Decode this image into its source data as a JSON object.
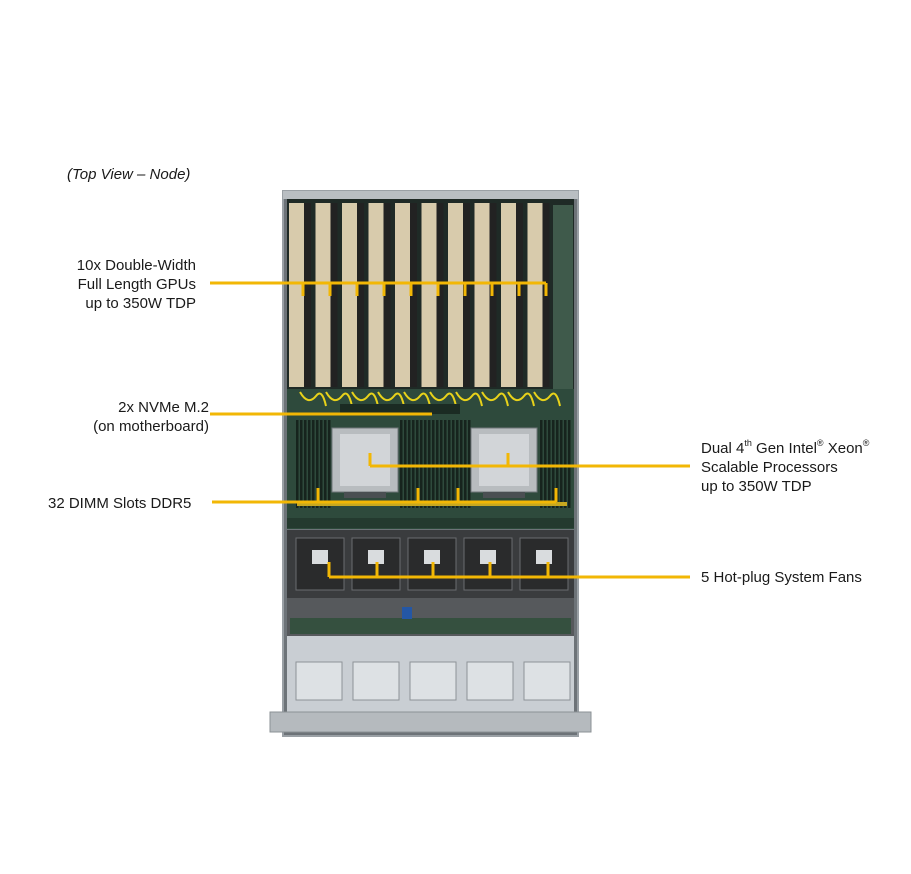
{
  "view_title": "(Top View – Node)",
  "labels": {
    "gpus": [
      "10x Double-Width",
      "Full Length GPUs",
      "up to 350W TDP"
    ],
    "nvme": [
      "2x NVMe M.2",
      "(on motherboard)"
    ],
    "dimm": "32 DIMM Slots DDR5",
    "cpu": {
      "line1_prefix": "Dual 4",
      "line1_sup1": "th",
      "line1_mid": " Gen Intel",
      "line1_sup2": "®",
      "line1_brand": " Xeon",
      "line1_sup3": "®",
      "line2": "Scalable Processors",
      "line3": "up to 350W TDP"
    },
    "fans": "5 Hot-plug System Fans"
  },
  "colors": {
    "leader": "#f2b705",
    "gpu_card": "#d8cbac",
    "gpu_bracket": "#222222",
    "board": "#2e4a3c",
    "chassis_frame": "#9aa0a5",
    "drive_bay": "#c9ced3",
    "fan_area": "#3a3c3e",
    "cable": "#e8d21a"
  }
}
